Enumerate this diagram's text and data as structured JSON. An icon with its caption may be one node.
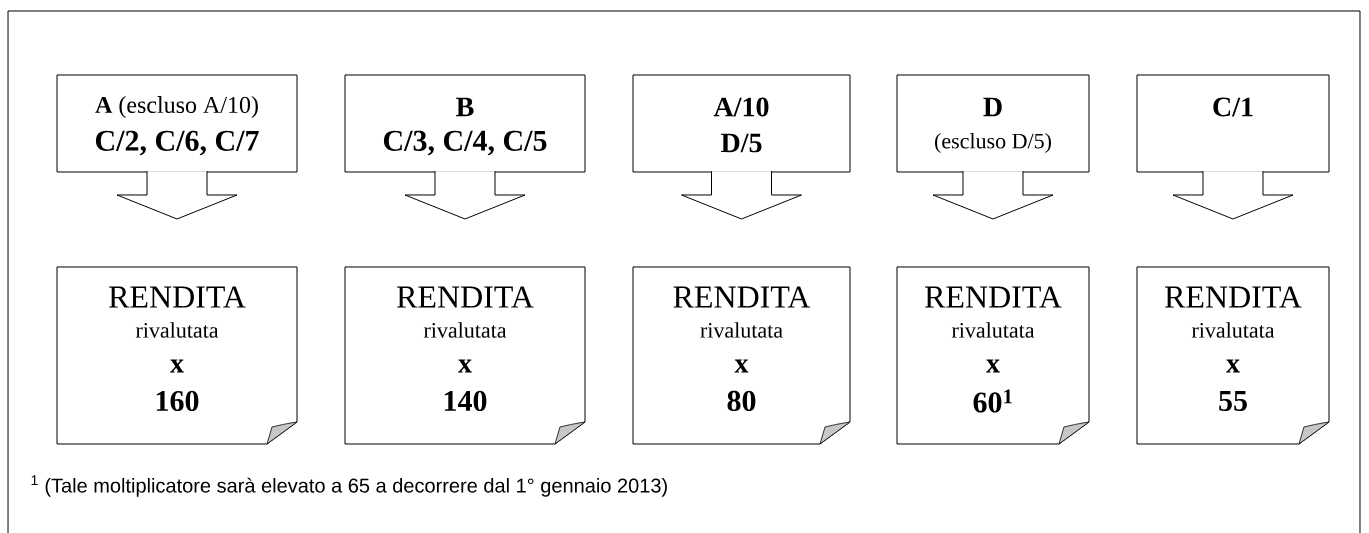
{
  "diagram": {
    "nodes": [
      {
        "text": [
          "**A** (escluso A/10)",
          "C/2, C/6, C/7"
        ]
      },
      {
        "text": [
          "B",
          "C/3, C/4, C/5"
        ]
      },
      {
        "text": [
          "A/10",
          "D/5"
        ]
      },
      {
        "text": [
          "D",
          "(escluso D/5)"
        ]
      },
      {
        "text": [
          "C/1"
        ]
      },
      {
        "text": [
          "RENDITA",
          "rivalutata",
          "x",
          "160"
        ]
      },
      {
        "text": [
          "RENDITA",
          "rivalutata",
          "x",
          "140"
        ]
      },
      {
        "text": [
          "RENDITA",
          "rivalutata",
          "x",
          "80"
        ]
      },
      {
        "text": [
          "RENDITA",
          "rivalutata",
          "x",
          "60$^{1}$"
        ]
      },
      {
        "text": [
          "RENDITA",
          "rivalutata",
          "x",
          "55"
        ]
      }
    ],
    "edges": [
      {
        "from": 0,
        "to": 5,
        "arrow": "to"
      },
      {
        "from": 1,
        "to": 6,
        "arrow": "to"
      },
      {
        "from": 2,
        "to": 7,
        "arrow": "to"
      },
      {
        "from": 3,
        "to": 8,
        "arrow": "to"
      },
      {
        "from": 4,
        "to": 9,
        "arrow": "to"
      }
    ],
    "labels": [
      "$^{1}$ (Tale moltiplicatore sarà elevato a 65 a decorrere dal 1° gennaio 2013)"
    ]
  }
}
